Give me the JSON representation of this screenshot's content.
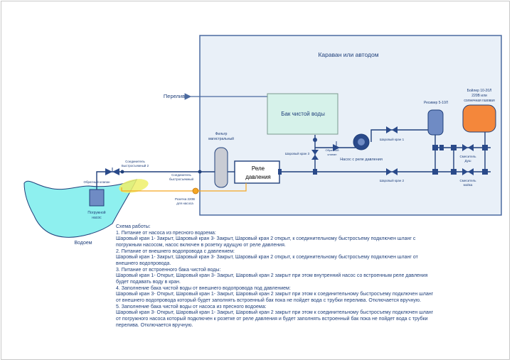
{
  "colors": {
    "pipe": "#1f3f7a",
    "water": "#8ef0ef",
    "tank": "#d6f2ea",
    "pump_fill": "#6f8bc4",
    "boiler": "#f4873b",
    "hose": "#f5a623",
    "house_bg": "#e9f0f8",
    "house_border": "#4b6aa0",
    "highlight": "#eef06a"
  },
  "labels": {
    "house": "Караван или автодом",
    "overflow": "Перелив",
    "clean_tank": "Бак чистой воды",
    "relay_line1": "Реле",
    "relay_line2": "давления",
    "filter_line1": "Фильтр",
    "filter_line2": "магистральный",
    "receiver": "Ресивер 5-10Л",
    "boiler_line1": "Бойлер 10-20Л",
    "boiler_line2": "220В или",
    "boiler_line3": "солнечная газовая",
    "internal_pump": "Насос с реле давления",
    "reservoir": "Водоем",
    "submersible_line1": "Погружной",
    "submersible_line2": "насос",
    "check_valve": "Обратный клапан",
    "quick_connect_top_line1": "Соединитель",
    "quick_connect_top_line2": "Быстросъемный 2",
    "quick_connect_mid_line1": "Соединитель",
    "quick_connect_mid_line2": "быстросъемный",
    "socket_line1": "Розетка 220В",
    "socket_line2": "для насоса",
    "valve3": "Шаровый кран 3",
    "check_valve_small_line1": "Обратный",
    "check_valve_small_line2": "клапан",
    "valve1": "Шаровый кран 1",
    "valve2": "Шаровый кран 2",
    "mixer_shower_line1": "Смеситель",
    "mixer_shower_line2": "Душ",
    "mixer_sink_line1": "Смеситель",
    "mixer_sink_line2": "мойка"
  },
  "notes": [
    "Схема работы:",
    "1. Питание от насоса из пресного водоема:",
    "Шаровый кран 1- Закрыт, Шаровый кран 3- Закрыт, Шаровый кран 2 открыт, к соединительному быстросъему подключен шланг с",
    "погружным насосом, насос включен в розетку идущую от реле давления.",
    "2. Питание от внешнего водопровода с давлением:",
    "Шаровый кран 1- Закрыт, Шаровый кран 3- Закрыт, Шаровый кран 2 открыт, к соединительному быстросъему подключен шланг от",
    "внешнего водопровода.",
    "3. Питание от встроенного бака чистой воды:",
    "Шаровый кран 1- Открыт, Шаровый кран 3- Закрыт, Шаровый кран 2 закрыт при этом внутренний насос со встроенным реле давления",
    "будет подавать воду в кран.",
    "4. Заполнение бака чистой воды от внешнего водопровода под давлением:",
    "Шаровый кран 3- Открыт, Шаровый кран 1- Закрыт, Шаровый кран 2 закрыт при этом к соединительному быстросъему подключен шланг",
    "от внешнего водопровода который будет заполнять встроенный бак пока не пойдет вода с трубки перелива. Отключается вручную.",
    "5. Заполнение бака чистой воды от насоса из пресного водоема:",
    "Шаровый кран 3- Открыт, Шаровый кран 1- Закрыт, Шаровый кран 2 закрыт при этом к соединительному быстросъему подключен шланг",
    "от погружного насоса который подключен к розетке от реле давления и будет заполнять встроенный бак пока не пойдет вода с трубки",
    "перелива. Отключается вручную."
  ]
}
